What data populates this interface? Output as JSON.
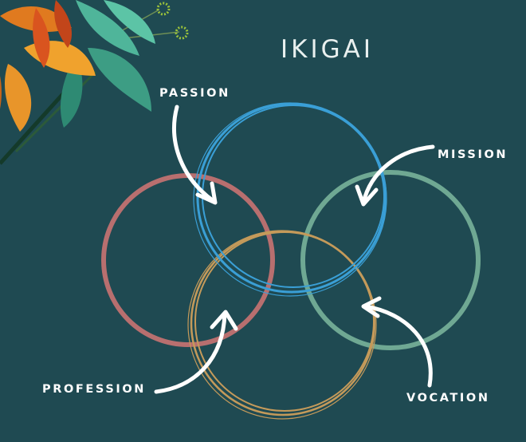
{
  "title": "IKIGAI",
  "labels": {
    "passion": "PASSION",
    "mission": "MISSION",
    "profession": "PROFESSION",
    "vocation": "VOCATION"
  },
  "colors": {
    "background": "#1f4a52",
    "passion_circle": "#3a9fd6",
    "profession_circle": "#b86f6f",
    "mission_circle": "#6fa893",
    "vocation_circle": "#c49a5a",
    "text": "#ffffff"
  },
  "decoration": "lily-flowers-illustration"
}
